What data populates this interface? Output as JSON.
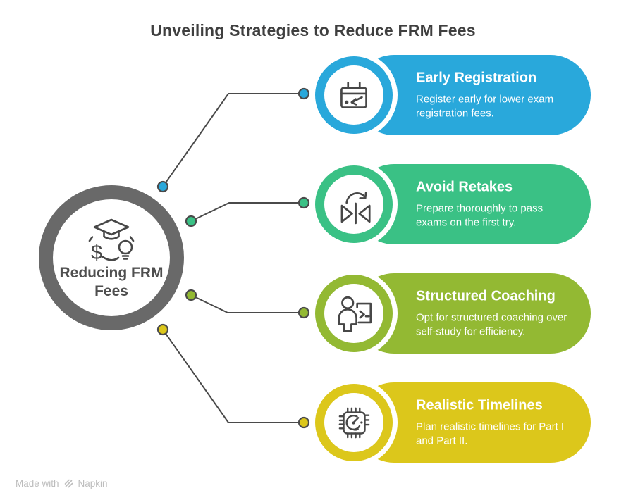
{
  "title": "Unveiling Strategies to Reduce FRM Fees",
  "center": {
    "label": "Reducing FRM Fees",
    "ring_color": "#696969",
    "icon": "graduation-cost-idea-icon"
  },
  "items": [
    {
      "title": "Early Registration",
      "description": "Register early for lower exam registration fees.",
      "color": "#29A8DB",
      "icon": "calendar-early-icon"
    },
    {
      "title": "Avoid Retakes",
      "description": "Prepare thoroughly to pass exams on the first try.",
      "color": "#3AC185",
      "icon": "flip-repeat-icon"
    },
    {
      "title": "Structured Coaching",
      "description": "Opt for structured coaching over self-study for efficiency.",
      "color": "#93B933",
      "icon": "presenter-board-icon"
    },
    {
      "title": "Realistic Timelines",
      "description": "Plan realistic timelines for Part I and Part II.",
      "color": "#DCC71B",
      "icon": "chip-gauge-icon"
    }
  ],
  "connectors": {
    "line_color": "#4A4A4A",
    "dot_stroke": "#4A4A4A"
  },
  "footer": {
    "made_with": "Made with",
    "brand": "Napkin",
    "color": "#BDBDBD"
  }
}
